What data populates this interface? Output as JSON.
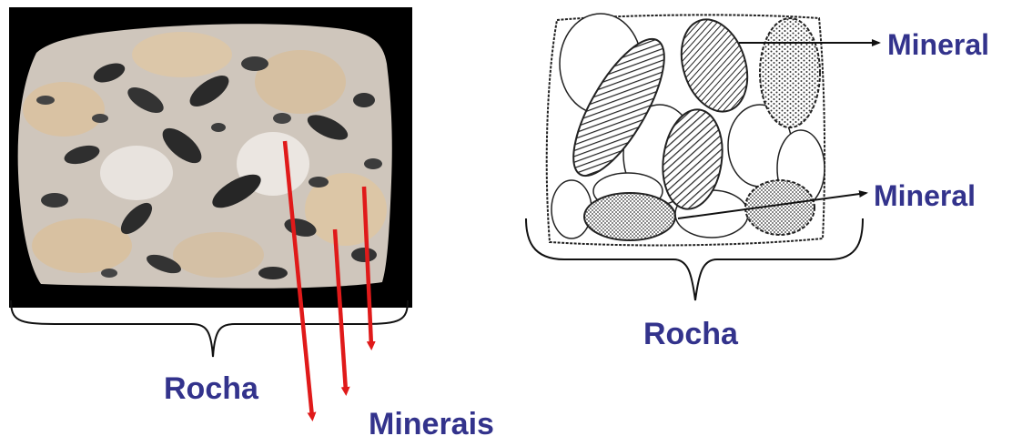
{
  "labels": {
    "rock_left": "Rocha",
    "minerals_left": "Minerais",
    "mineral_top": "Mineral",
    "mineral_bottom": "Mineral",
    "rock_right": "Rocha"
  },
  "colors": {
    "label_text": "#33338c",
    "arrow_red": "#e01a1a",
    "photo_background": "#000000",
    "line": "#111111"
  }
}
